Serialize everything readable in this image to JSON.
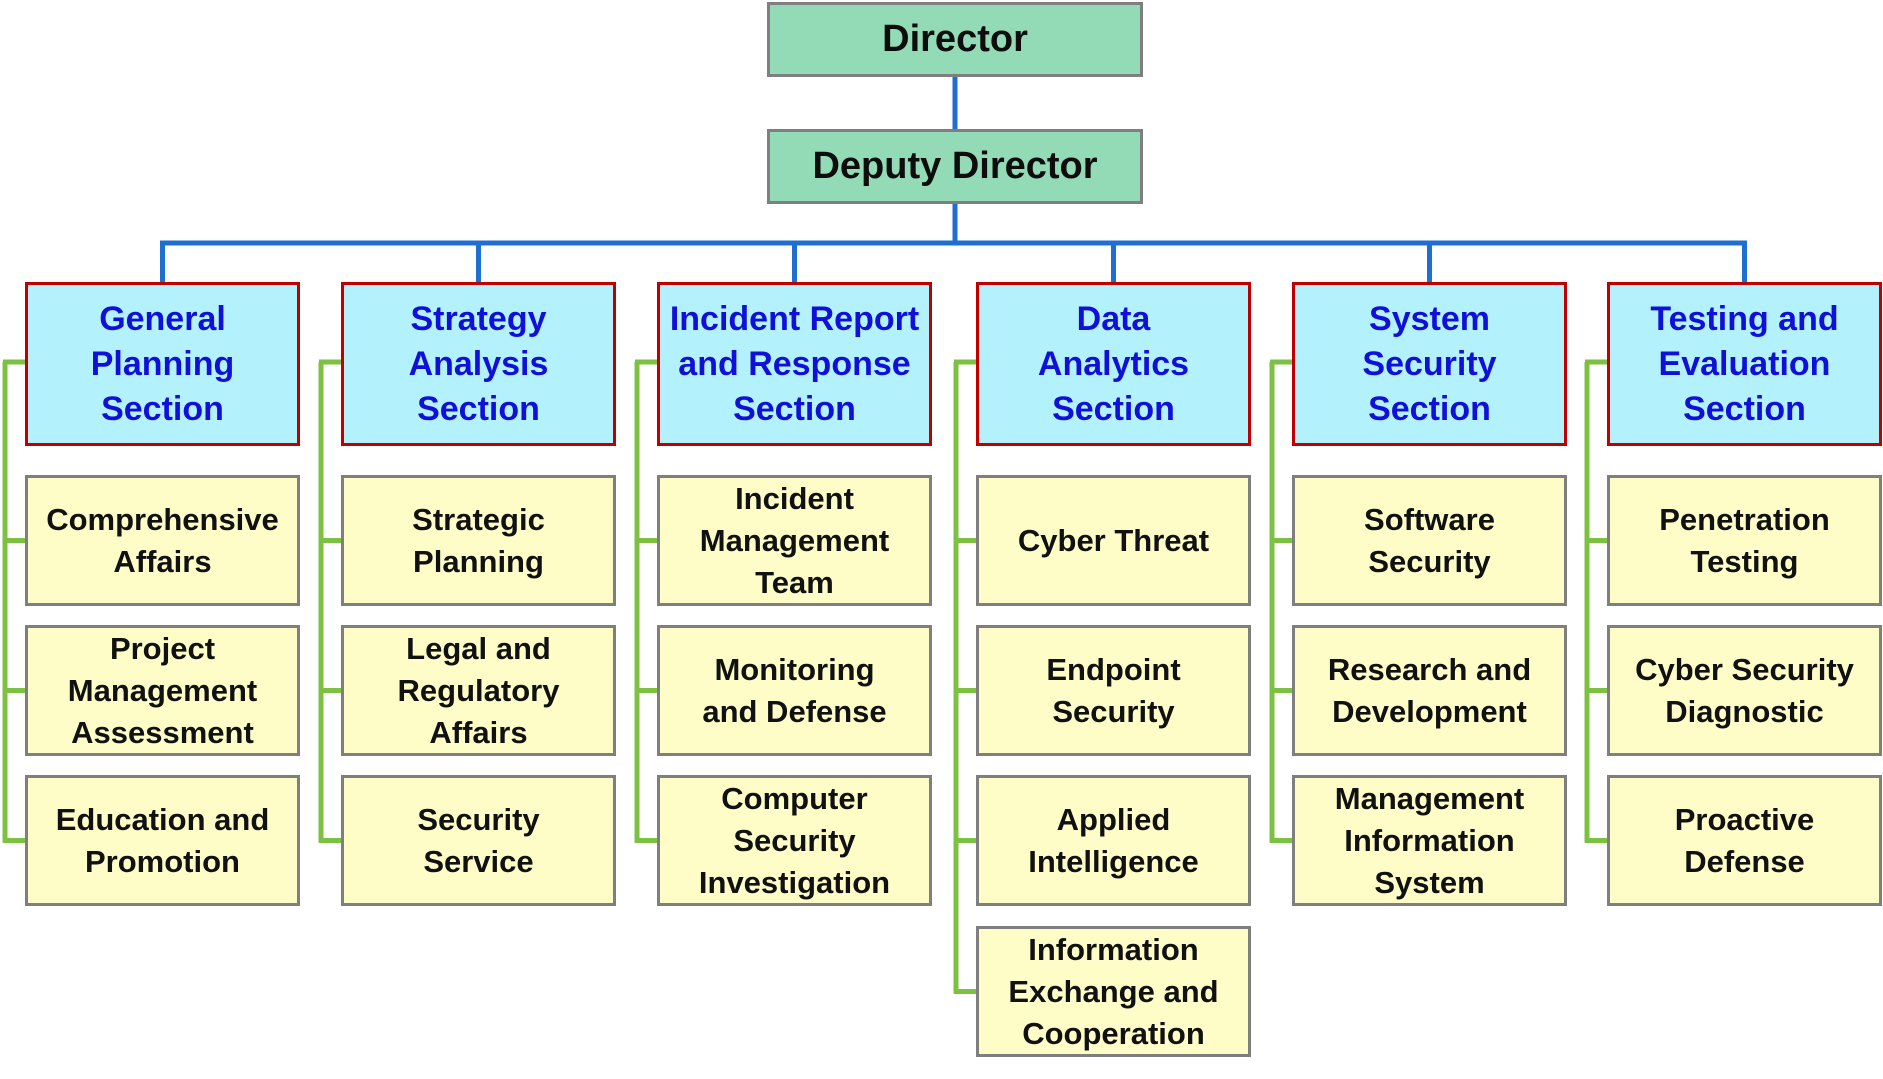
{
  "director": "Director",
  "deputy": "Deputy Director",
  "colors": {
    "top": "#92dbb6",
    "section": "#b3f2fc",
    "section_border": "#c00000",
    "team": "#fefdc8",
    "blue_line": "#1f6fd1",
    "green_line": "#7cc142"
  },
  "sections": [
    {
      "title": "General\nPlanning\nSection",
      "teams": [
        "Comprehensive\nAffairs",
        "Project\nManagement\nAssessment",
        "Education and\nPromotion"
      ]
    },
    {
      "title": "Strategy\nAnalysis\nSection",
      "teams": [
        "Strategic\nPlanning",
        "Legal and\nRegulatory\nAffairs",
        "Security\nService"
      ]
    },
    {
      "title": "Incident Report\nand Response\nSection",
      "teams": [
        "Incident\nManagement\nTeam",
        "Monitoring\nand Defense",
        "Computer\nSecurity\nInvestigation"
      ]
    },
    {
      "title": "Data\nAnalytics\nSection",
      "teams": [
        "Cyber Threat",
        "Endpoint\nSecurity",
        "Applied\nIntelligence",
        "Information\nExchange and\nCooperation"
      ]
    },
    {
      "title": "System\nSecurity\nSection",
      "teams": [
        "Software\nSecurity",
        "Research and\nDevelopment",
        "Management\nInformation\nSystem"
      ]
    },
    {
      "title": "Testing and\nEvaluation\nSection",
      "teams": [
        "Penetration\nTesting",
        "Cyber Security\nDiagnostic",
        "Proactive\nDefense"
      ]
    }
  ]
}
